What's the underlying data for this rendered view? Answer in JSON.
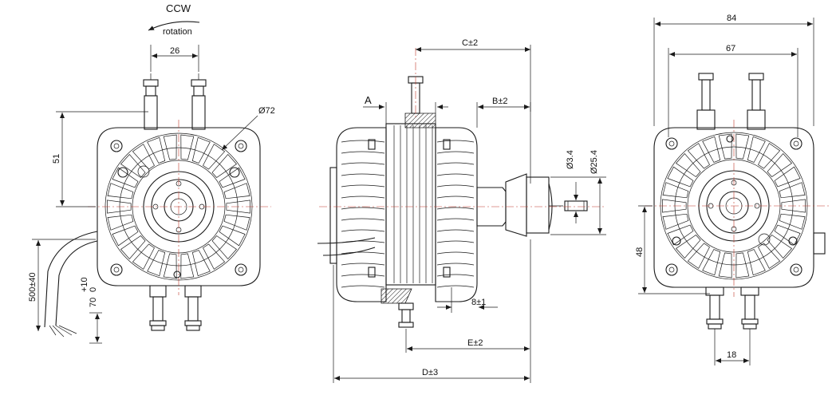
{
  "rotation": {
    "direction": "CCW",
    "caption": "rotation"
  },
  "front_view": {
    "terminal_spacing": "26",
    "height": "51",
    "diameter": "Ø72",
    "cable_length": "500±40",
    "strip_length": "70",
    "strip_tolerance": "+10",
    "strip_tolerance_lower": "0"
  },
  "side_view": {
    "A": "A",
    "C": "C±2",
    "B": "B±2",
    "shaft_hole": "Ø3.4",
    "shaft_diameter": "Ø25.4",
    "boss": "8±1",
    "E": "E±2",
    "D": "D±3"
  },
  "rear_view": {
    "width": "84",
    "hole_spacing": "67",
    "center_height": "48",
    "terminal_spacing": "18"
  }
}
